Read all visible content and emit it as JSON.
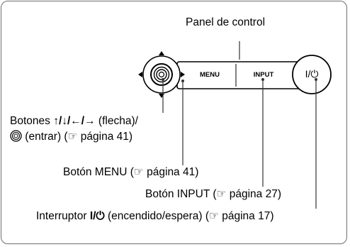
{
  "labels": {
    "panel": "Panel de control",
    "arrows_line1_prefix": "Botones ",
    "arrows_symbols": "↑/↓/←/→",
    "arrows_line1_suffix": " (flecha)/",
    "enter_text": " (entrar) (",
    "enter_page": " página 41)",
    "menu_button": "Botón MENU (",
    "menu_page": " página 41)",
    "input_button": "Botón INPUT (",
    "input_page": " página 27)",
    "power_prefix": "Interruptor ",
    "power_symbols": "I/⏻",
    "power_suffix": " (encendido/espera) (",
    "power_page": " página 17)"
  },
  "panel_buttons": {
    "menu": "MENU",
    "input": "INPUT",
    "power": "I/⏻"
  },
  "icons": {
    "page_ref": "pointing-hand-icon",
    "enter": "concentric-circle-icon"
  }
}
